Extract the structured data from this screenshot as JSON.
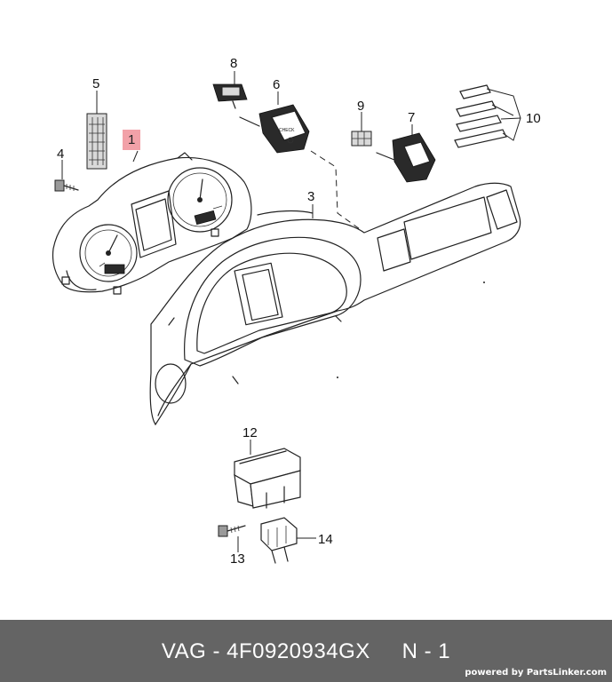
{
  "diagram": {
    "callouts": [
      {
        "id": "1",
        "label": "1",
        "highlighted": true
      },
      {
        "id": "3",
        "label": "3"
      },
      {
        "id": "4",
        "label": "4"
      },
      {
        "id": "5",
        "label": "5"
      },
      {
        "id": "6",
        "label": "6"
      },
      {
        "id": "7",
        "label": "7"
      },
      {
        "id": "8",
        "label": "8"
      },
      {
        "id": "9",
        "label": "9"
      },
      {
        "id": "10",
        "label": "10"
      },
      {
        "id": "12",
        "label": "12"
      },
      {
        "id": "13",
        "label": "13"
      },
      {
        "id": "14",
        "label": "14"
      }
    ],
    "check_button_text": "CHECK"
  },
  "footer": {
    "brand": "VAG",
    "part_number": "4F0920934GX",
    "position": "N - 1",
    "credit": "powered by PartsLinker.com"
  },
  "colors": {
    "highlight": "#f2a1a8",
    "footer_bg": "#646464",
    "footer_text": "#ffffff"
  }
}
